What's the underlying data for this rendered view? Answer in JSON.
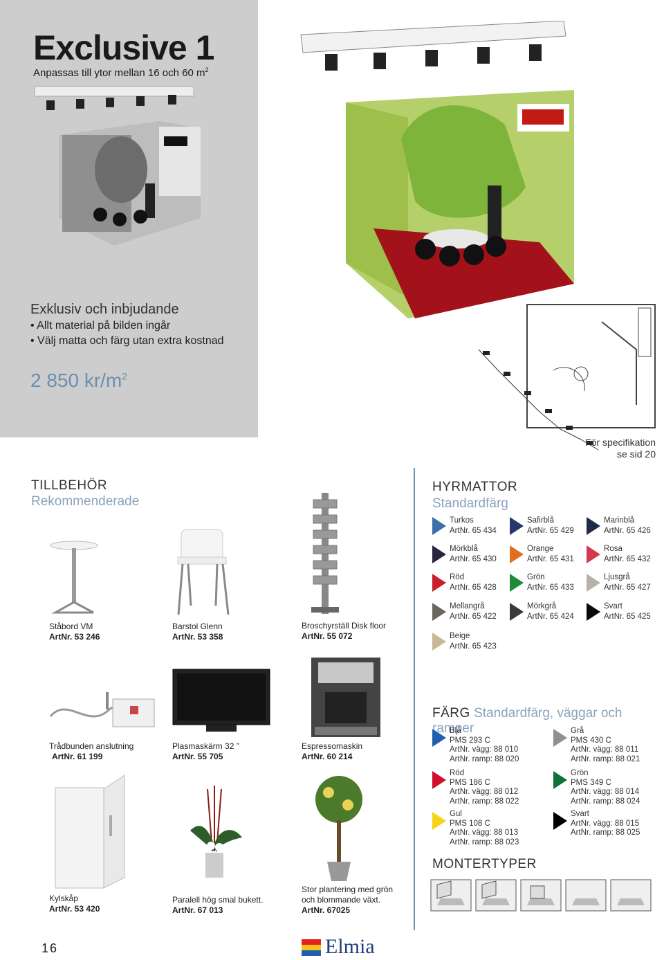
{
  "header": {
    "title": "Exclusive 1",
    "subtitle": "Anpassas till ytor mellan 16 och 60 m",
    "subtitle_sup": "2",
    "pitch_title": "Exklusiv och inbjudande",
    "bullets": [
      "Allt material på bilden ingår",
      "Välj matta och färg utan extra kostnad"
    ],
    "price": "2 850 kr/m",
    "price_sup": "2",
    "spec_line1": "För specifikation",
    "spec_line2": "se sid 20"
  },
  "accessories": {
    "title": "TILLBEHÖR",
    "subtitle": "Rekommenderade",
    "items": [
      {
        "name": "Ståbord VM",
        "art": "ArtNr. 53 246"
      },
      {
        "name": "Barstol Glenn",
        "art": "ArtNr. 53 358"
      },
      {
        "name": "Broschyrställ Disk floor",
        "art": "ArtNr. 55 072"
      },
      {
        "name": "Trådbunden anslutning",
        "art": "ArtNr. 61 199"
      },
      {
        "name": "Plasmaskärm 32 ”",
        "art": "ArtNr. 55 705"
      },
      {
        "name": "Espressomaskin",
        "art": "ArtNr. 60 214"
      },
      {
        "name": "Kylskåp",
        "art": "ArtNr. 53 420"
      },
      {
        "name": "Paralell hög smal bukett.",
        "art": "ArtNr. 67 013"
      },
      {
        "name": "Stor plantering med grön",
        "name2": "och blommande växt.",
        "art": "ArtNr. 67025"
      }
    ]
  },
  "carpets": {
    "title": "HYRMATTOR",
    "subtitle": "Standardfärg",
    "items": [
      {
        "name": "Turkos",
        "art": "ArtNr. 65 434",
        "color": "#3f6fa8"
      },
      {
        "name": "Safirblå",
        "art": "ArtNr. 65 429",
        "color": "#27376a"
      },
      {
        "name": "Marinblå",
        "art": "ArtNr. 65 426",
        "color": "#212a4a"
      },
      {
        "name": "Mörkblå",
        "art": "ArtNr. 65 430",
        "color": "#2c2540"
      },
      {
        "name": "Orange",
        "art": "ArtNr. 65 431",
        "color": "#e07020"
      },
      {
        "name": "Rosa",
        "art": "ArtNr. 65 432",
        "color": "#d23a50"
      },
      {
        "name": "Röd",
        "art": "ArtNr. 65 428",
        "color": "#c8202a"
      },
      {
        "name": "Grön",
        "art": "ArtNr. 65 433",
        "color": "#1f8a3a"
      },
      {
        "name": "Ljusgrå",
        "art": "ArtNr. 65 427",
        "color": "#b8b2a4"
      },
      {
        "name": "Mellangrå",
        "art": "ArtNr. 65 422",
        "color": "#6b6660"
      },
      {
        "name": "Mörkgrå",
        "art": "ArtNr. 65 424",
        "color": "#3a3838"
      },
      {
        "name": "Svart",
        "art": "ArtNr. 65 425",
        "color": "#0a0a0a"
      },
      {
        "name": "Beige",
        "art": "ArtNr. 65 423",
        "color": "#c9b896"
      }
    ]
  },
  "colors": {
    "title": "FÄRG",
    "subtitle": "Standardfärg, väggar och ramper",
    "items": [
      {
        "name": "Blå",
        "pms": "PMS 293 C",
        "wall": "ArtNr. vägg: 88 010",
        "ramp": "ArtNr. ramp: 88 020",
        "color": "#1f5fb0"
      },
      {
        "name": "Röd",
        "pms": "PMS 186 C",
        "wall": "ArtNr. vägg: 88 012",
        "ramp": "ArtNr. ramp: 88 022",
        "color": "#d0102e"
      },
      {
        "name": "Gul",
        "pms": "PMS 108 C",
        "wall": "ArtNr. vägg: 88 013",
        "ramp": "ArtNr. ramp: 88 023",
        "color": "#f7d418"
      },
      {
        "name": "Grå",
        "pms": "PMS 430 C",
        "wall": "ArtNr. vägg: 88 011",
        "ramp": "ArtNr. ramp: 88 021",
        "color": "#8a9096"
      },
      {
        "name": "Grön",
        "pms": "PMS 349 C",
        "wall": "ArtNr. vägg: 88 014",
        "ramp": "ArtNr. ramp: 88 024",
        "color": "#10703a"
      },
      {
        "name": "Svart",
        "pms": "",
        "wall": "ArtNr. vägg: 88 015",
        "ramp": "ArtNr. ramp: 88 025",
        "color": "#000000"
      }
    ]
  },
  "booth_types": {
    "title": "MONTERTYPER"
  },
  "footer": {
    "page_number": "16",
    "brand": "Elmia"
  }
}
